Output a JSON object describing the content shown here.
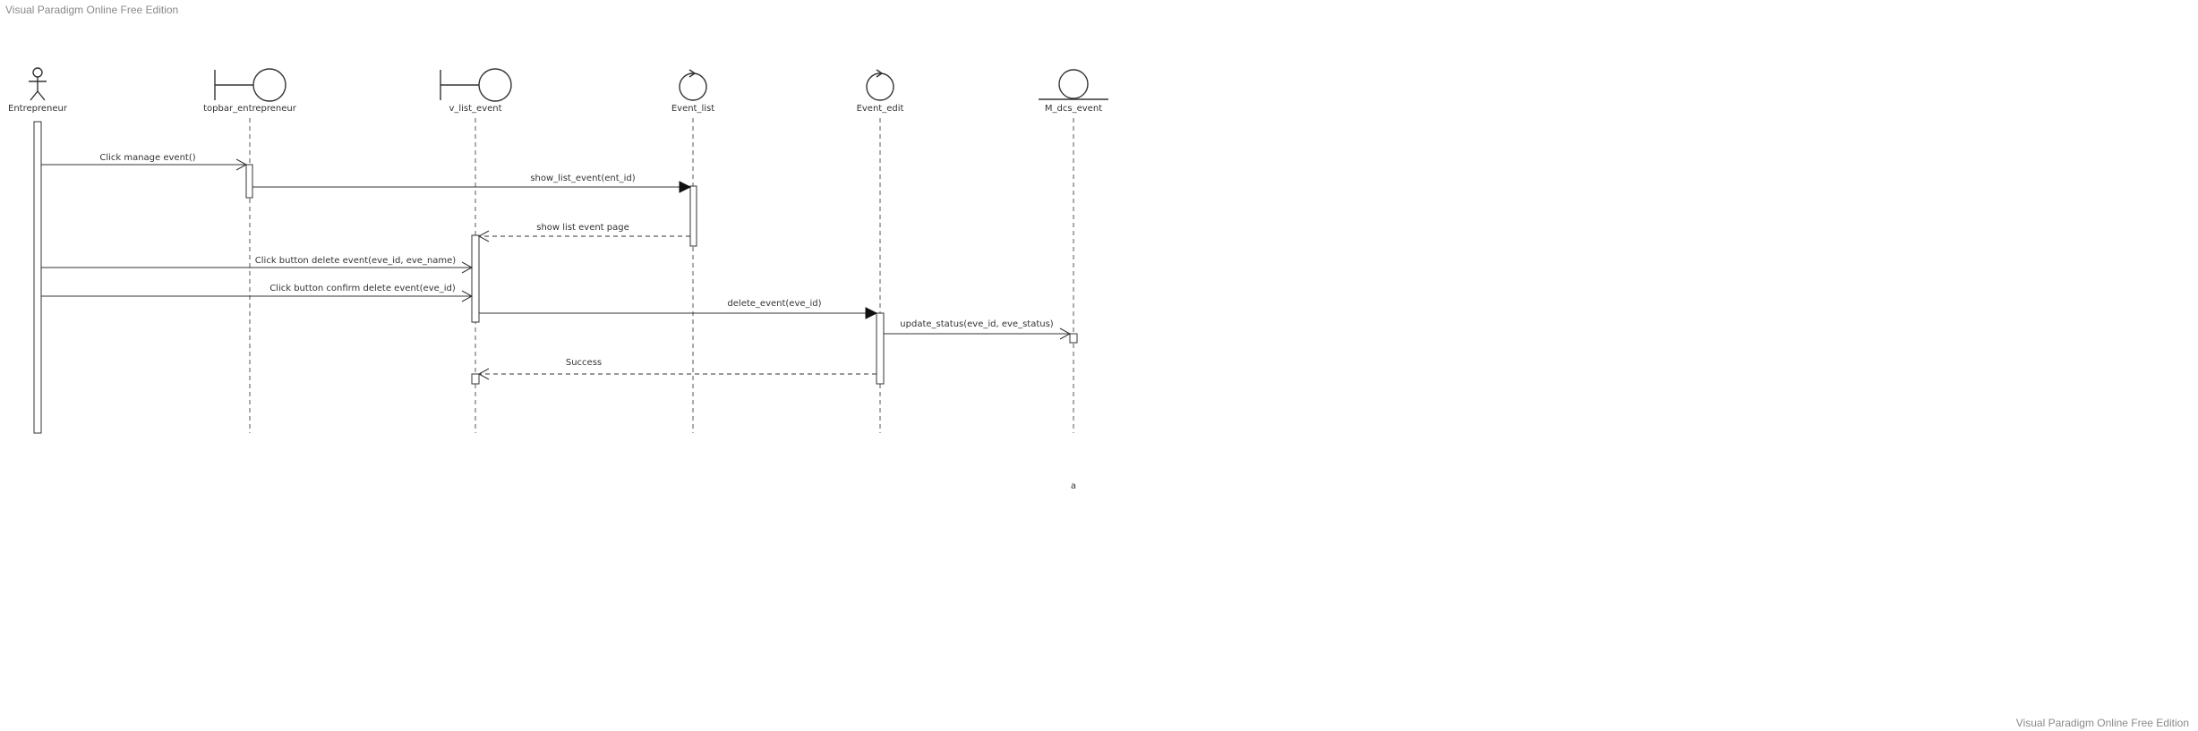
{
  "watermark": {
    "top": "Visual Paradigm Online Free Edition",
    "bottom": "Visual Paradigm Online Free Edition"
  },
  "lifelines": [
    {
      "id": "entrepreneur",
      "name": "Entrepreneur",
      "kind": "actor"
    },
    {
      "id": "topbar",
      "name": "topbar_entrepreneur",
      "kind": "boundary"
    },
    {
      "id": "vlist",
      "name": "v_list_event",
      "kind": "boundary"
    },
    {
      "id": "eventlist",
      "name": "Event_list",
      "kind": "control"
    },
    {
      "id": "eventedit",
      "name": "Event_edit",
      "kind": "control"
    },
    {
      "id": "mdcs",
      "name": "M_dcs_event",
      "kind": "entity"
    }
  ],
  "messages": [
    {
      "label": "Click manage event()",
      "from": "entrepreneur",
      "to": "topbar",
      "style": "async"
    },
    {
      "label": "show_list_event(ent_id)",
      "from": "topbar",
      "to": "eventlist",
      "style": "sync"
    },
    {
      "label": "show list event page",
      "from": "eventlist",
      "to": "vlist",
      "style": "return"
    },
    {
      "label": "Click button delete event(eve_id, eve_name)",
      "from": "entrepreneur",
      "to": "vlist",
      "style": "async"
    },
    {
      "label": "Click button confirm delete event(eve_id)",
      "from": "entrepreneur",
      "to": "vlist",
      "style": "async"
    },
    {
      "label": "delete_event(eve_id)",
      "from": "vlist",
      "to": "eventedit",
      "style": "sync"
    },
    {
      "label": "update_status(eve_id, eve_status)",
      "from": "eventedit",
      "to": "mdcs",
      "style": "async"
    },
    {
      "label": "Success",
      "from": "eventedit",
      "to": "vlist",
      "style": "return"
    }
  ],
  "note": "a"
}
